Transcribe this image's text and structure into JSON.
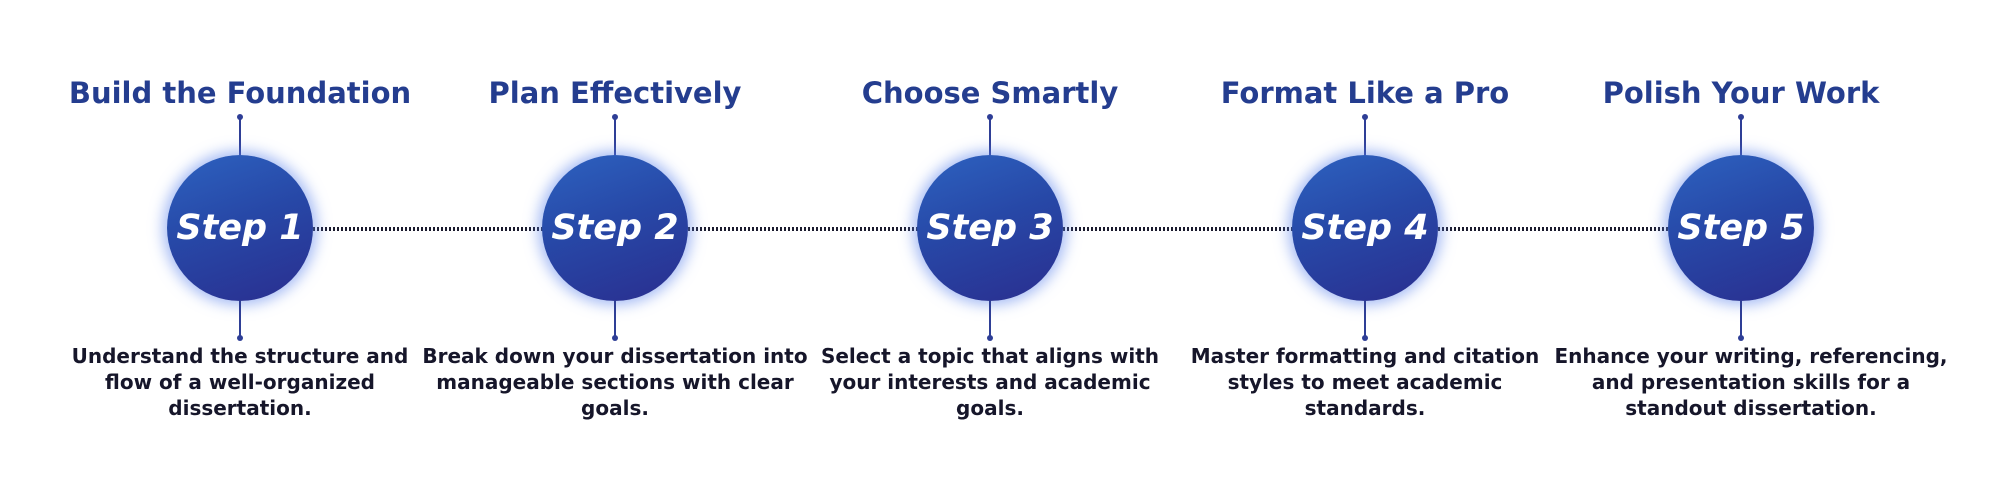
{
  "steps": [
    {
      "title": "Build the Foundation",
      "label": "Step 1",
      "description": "Understand the structure and flow of a well-organized dissertation."
    },
    {
      "title": "Plan Effectively",
      "label": "Step 2",
      "description": "Break down your dissertation into manageable sections with clear goals."
    },
    {
      "title": "Choose Smartly",
      "label": "Step 3",
      "description": "Select a topic that aligns with your interests and academic goals."
    },
    {
      "title": "Format Like a Pro",
      "label": "Step 4",
      "description": "Master formatting and citation styles to meet academic standards."
    },
    {
      "title": "Polish Your Work",
      "label": "Step 5",
      "description": "Enhance your writing, referencing, and presentation skills for a standout dissertation."
    }
  ],
  "colors": {
    "title": "#243d8f",
    "circle_top": "#2d62c0",
    "circle_bottom": "#2a2e8f",
    "text": "#16162a",
    "connector": "#1b1b2e"
  }
}
